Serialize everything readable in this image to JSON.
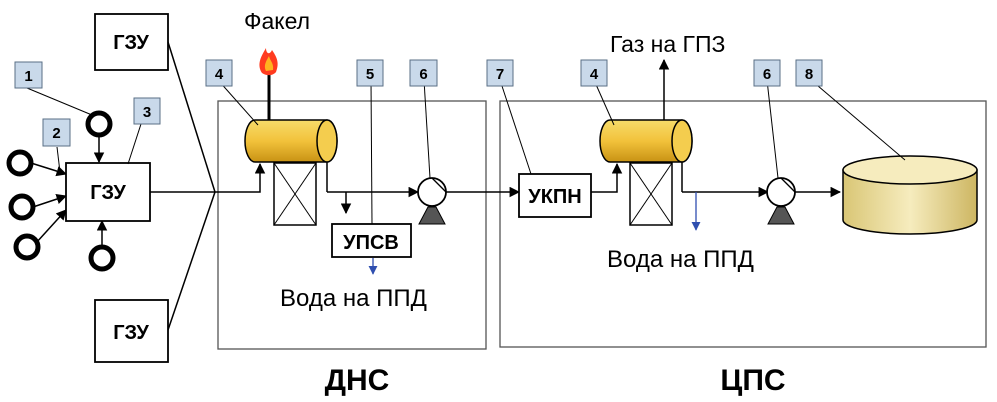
{
  "labels": {
    "flare": "Факел",
    "gas_to_gpz": "Газ на ГПЗ",
    "water_ppd_1": "Вода на ППД",
    "water_ppd_2": "Вода на ППД",
    "dns": "ДНС",
    "cps": "ЦПС"
  },
  "boxes": {
    "gzu_main": "ГЗУ",
    "gzu_top": "ГЗУ",
    "gzu_bottom": "ГЗУ",
    "upsv": "УПСВ",
    "ukpn": "УКПН"
  },
  "callouts": [
    "1",
    "2",
    "3",
    "4",
    "5",
    "6",
    "7",
    "4",
    "6",
    "8"
  ],
  "colors": {
    "callout_fill": "#c9d9ea",
    "vessel_fill": "#f2c23b",
    "tank_fill": "#efe2a3",
    "water_arrow": "#2f4fb0",
    "flame": "#ff3b1f"
  }
}
